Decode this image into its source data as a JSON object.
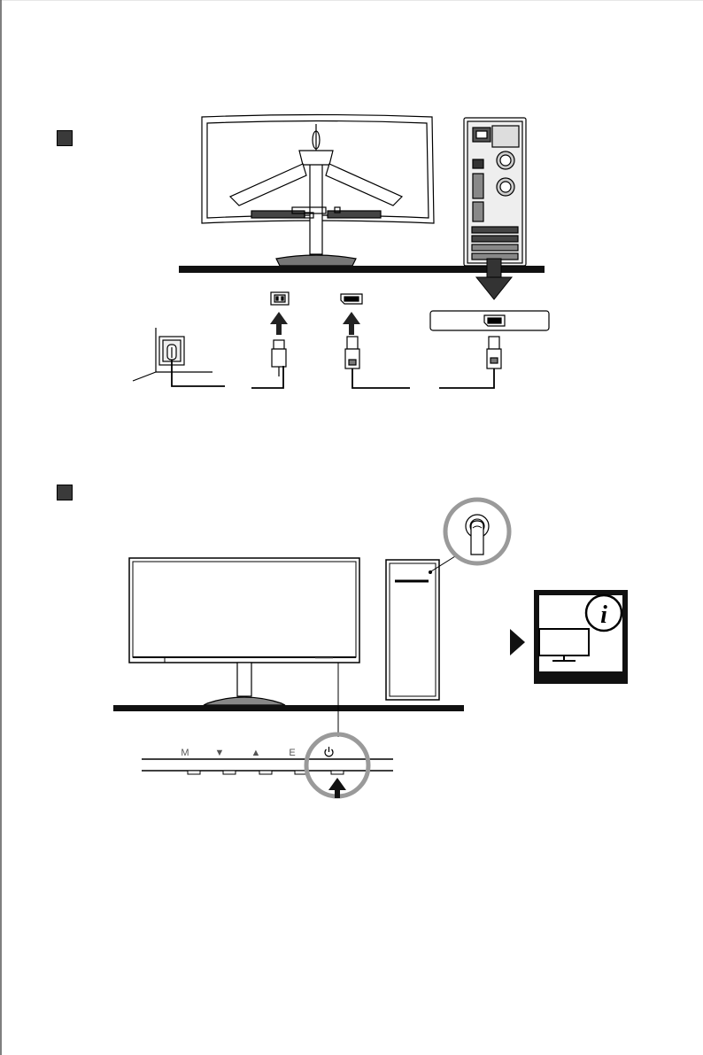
{
  "steps": [
    {
      "id": "step-1"
    },
    {
      "id": "step-2"
    }
  ],
  "monitor_buttons": [
    {
      "label": "M",
      "role": "menu"
    },
    {
      "label": "▼",
      "role": "down"
    },
    {
      "label": "▲",
      "role": "up"
    },
    {
      "label": "E",
      "role": "exit"
    },
    {
      "label": "⏻",
      "role": "power"
    }
  ],
  "icons": {
    "info": "info-icon",
    "power": "power-icon"
  },
  "colors": {
    "line": "#000000",
    "highlight_ring": "#9a9a9a",
    "dark_fill": "#222222"
  }
}
